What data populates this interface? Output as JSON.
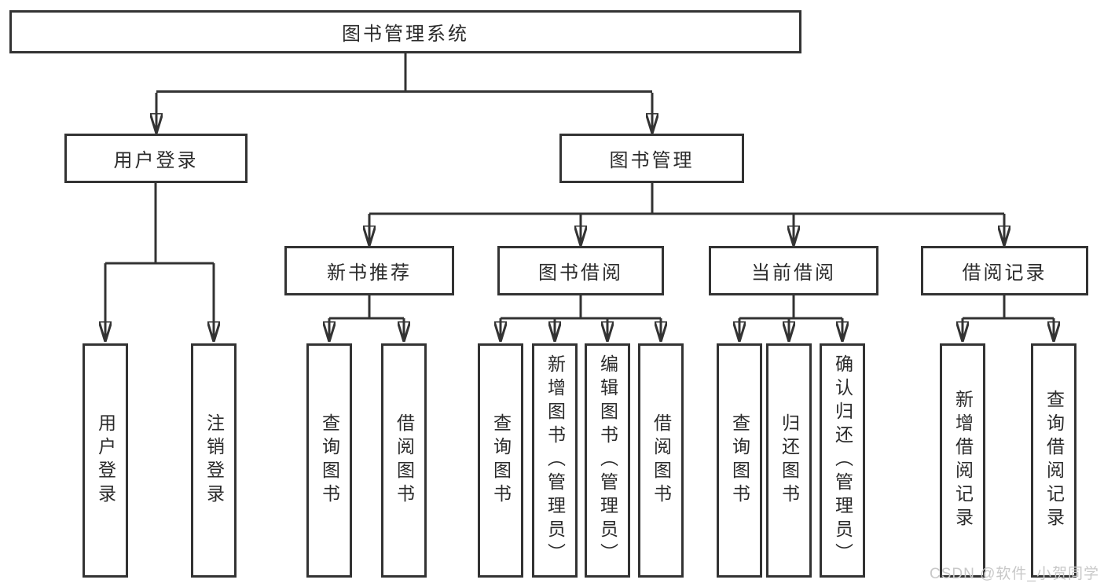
{
  "diagram": {
    "root": {
      "label": "图书管理系统"
    },
    "level2": [
      {
        "label": "用户登录"
      },
      {
        "label": "图书管理"
      }
    ],
    "level3": [
      {
        "label": "新书推荐"
      },
      {
        "label": "图书借阅"
      },
      {
        "label": "当前借阅"
      },
      {
        "label": "借阅记录"
      }
    ],
    "leaves": [
      {
        "label": "用户登录"
      },
      {
        "label": "注销登录"
      },
      {
        "label": "查询图书"
      },
      {
        "label": "借阅图书"
      },
      {
        "label": "查询图书"
      },
      {
        "label": "新增图书（管理员）"
      },
      {
        "label": "编辑图书（管理员）"
      },
      {
        "label": "借阅图书"
      },
      {
        "label": "查询图书"
      },
      {
        "label": "归还图书"
      },
      {
        "label": "确认归还（管理员）"
      },
      {
        "label": "新增借阅记录"
      },
      {
        "label": "查询借阅记录"
      }
    ]
  },
  "watermark": {
    "text": "CSDN @软件_小贺同学"
  },
  "colors": {
    "line": "#333333",
    "text": "#2b2b2b",
    "watermark": "#c8c8c8",
    "background": "#ffffff"
  }
}
